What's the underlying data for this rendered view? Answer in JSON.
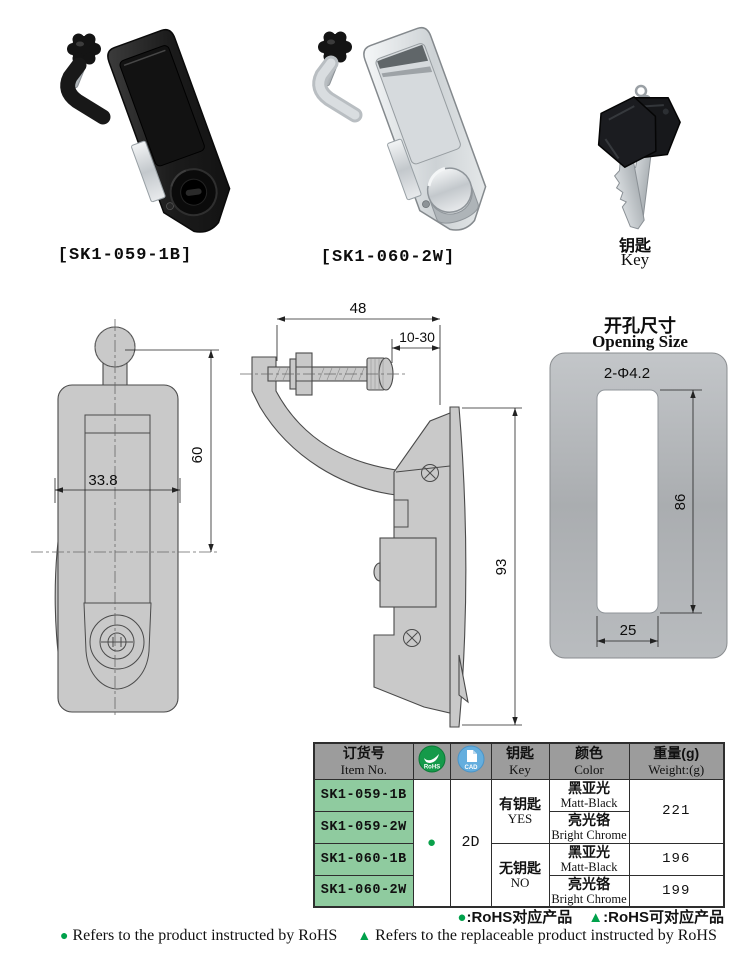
{
  "products": {
    "left_label": "[SK1-059-1B]",
    "right_label": "[SK1-060-2W]",
    "key_label_cn": "钥匙",
    "key_label_en": "Key"
  },
  "drawings": {
    "front": {
      "width_dim": "33.8",
      "height_dim": "60"
    },
    "side": {
      "depth_dim": "48",
      "clamp_range_dim": "10-30",
      "height_dim": "93"
    },
    "opening": {
      "title_cn": "开孔尺寸",
      "title_en": "Opening Size",
      "holes_dim": "2-Φ4.2",
      "height_dim": "86",
      "width_dim": "25"
    }
  },
  "table": {
    "header": {
      "item_cn": "订货号",
      "item_en": "Item No.",
      "rohs_badge": "RoHS",
      "cad_badge": "CAD",
      "key_cn": "钥匙",
      "key_en": "Key",
      "color_cn": "颜色",
      "color_en": "Color",
      "weight_cn": "重量(g)",
      "weight_en": "Weight:(g)"
    },
    "items": [
      "SK1-059-1B",
      "SK1-059-2W",
      "SK1-060-1B",
      "SK1-060-2W"
    ],
    "rohs_mark": "●",
    "cad_value": "2D",
    "key_groups": {
      "yes_cn": "有钥匙",
      "yes_en": "YES",
      "no_cn": "无钥匙",
      "no_en": "NO"
    },
    "color_options": {
      "matt_cn": "黑亚光",
      "matt_en": "Matt-Black",
      "chrome_cn": "亮光铬",
      "chrome_en": "Bright Chrome"
    },
    "weights": {
      "sk1_059": "221",
      "sk1_060_1b": "196",
      "sk1_060_2w": "199"
    }
  },
  "footnotes": {
    "cn_dot_symbol": "●",
    "cn_dot_text": ":RoHS对应产品",
    "cn_tri_symbol": "▲",
    "cn_tri_text": ":RoHS可对应产品",
    "en_dot_symbol": "●",
    "en_dot_text": "Refers to the product instructed by RoHS",
    "en_tri_symbol": "▲",
    "en_tri_text": "Refers to the replaceable product instructed by RoHS"
  },
  "theme": {
    "accent_green": "#00a14b",
    "cell_green": "#8fcb9f",
    "header_gray": "#9c9c9c",
    "cad_blue": "#64aede",
    "drawing_gray": "#c9c9c9"
  }
}
